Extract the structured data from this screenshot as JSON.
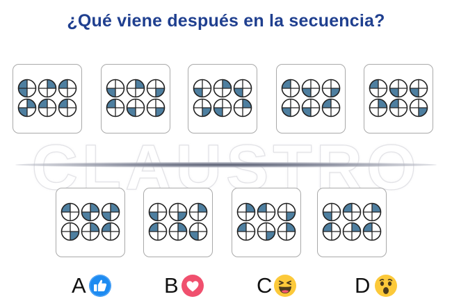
{
  "title": "¿Qué viene después en la secuencia?",
  "watermark": "CLAUSTRO",
  "colors": {
    "title": "#1f3f8f",
    "shade": "#4e7fa0",
    "circle_stroke": "#222222",
    "card_border": "#a9a9a9"
  },
  "sequence": [
    {
      "circles": [
        [
          "tl",
          "bl"
        ],
        [
          "tr"
        ],
        [
          "tl"
        ],
        [
          "bl",
          "tr"
        ],
        [
          "tl"
        ],
        [
          "tl"
        ]
      ]
    },
    {
      "circles": [
        [
          "bl"
        ],
        [
          "tr"
        ],
        [
          "br"
        ],
        [
          "tl"
        ],
        [
          "bl"
        ],
        [
          "br"
        ]
      ]
    },
    {
      "circles": [
        [
          "bl"
        ],
        [
          "tr"
        ],
        [
          "bl"
        ],
        [
          "br"
        ],
        [
          "bl"
        ],
        [
          "tr"
        ]
      ]
    },
    {
      "circles": [
        [
          "tl"
        ],
        [
          "bl"
        ],
        [
          "br"
        ],
        [
          "bl"
        ],
        [
          "bl"
        ],
        [
          "tl"
        ]
      ]
    },
    {
      "circles": [
        [
          "tl"
        ],
        [
          "bl"
        ],
        [
          "bl"
        ],
        [
          "tr"
        ],
        [
          "tl"
        ],
        [
          "br"
        ]
      ]
    }
  ],
  "options": [
    {
      "circles": [
        [
          "tl"
        ],
        [
          "bl",
          "tr"
        ],
        [
          "tr",
          "bl"
        ],
        [
          "br"
        ],
        [
          "tr"
        ],
        [
          "tl"
        ]
      ]
    },
    {
      "circles": [
        [
          "bl"
        ],
        [
          "br"
        ],
        [
          "tr"
        ],
        [
          "tl"
        ],
        [
          "tr"
        ],
        [
          "bl"
        ]
      ]
    },
    {
      "circles": [
        [
          "tr"
        ],
        [
          "tl"
        ],
        [
          "br"
        ],
        [
          "tl"
        ],
        [
          "br"
        ],
        [
          "tr"
        ]
      ]
    },
    {
      "circles": [
        [
          "bl"
        ],
        [
          "tl"
        ],
        [
          "tr"
        ],
        [
          "tl"
        ],
        [
          "tr"
        ],
        [
          "tl"
        ]
      ]
    }
  ],
  "choices": [
    {
      "letter": "A",
      "icon": "thumbs-up-icon"
    },
    {
      "letter": "B",
      "icon": "heart-icon"
    },
    {
      "letter": "C",
      "icon": "laughing-face-icon"
    },
    {
      "letter": "D",
      "icon": "surprised-face-icon"
    }
  ]
}
